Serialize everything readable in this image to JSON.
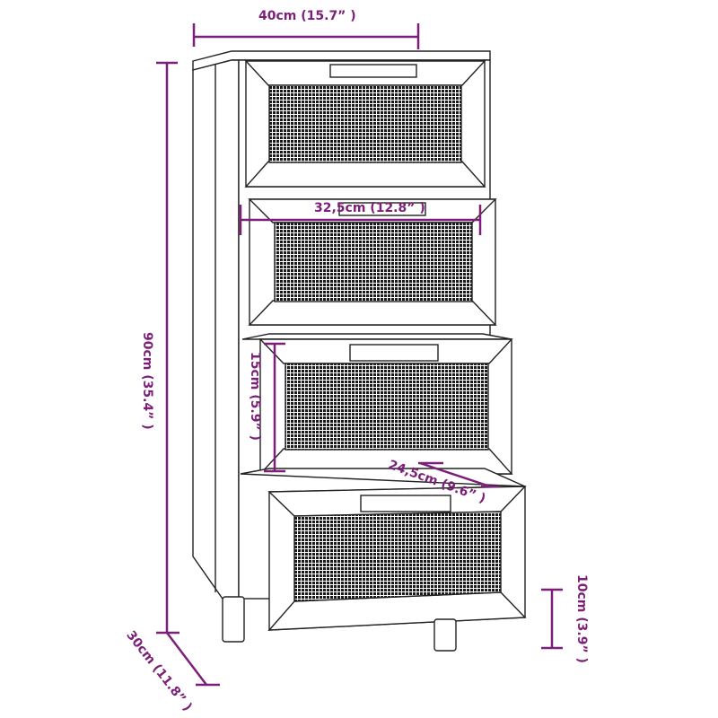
{
  "diagram": {
    "subject": "Rattan-front chest of 4 drawers on round legs",
    "accent_color": "#7b1f78",
    "line_color": "#222222",
    "dimensions": {
      "width": "40cm (15.7” )",
      "height": "90cm (35.4” )",
      "depth": "30cm (11.8” )",
      "drawer_width": "32,5cm (12.8” )",
      "drawer_height": "15cm (5.9” )",
      "drawer_depth": "24,5cm (9.6” )",
      "leg_height": "10cm (3.9” )"
    },
    "drawers": [
      {
        "index": 1,
        "state": "closed"
      },
      {
        "index": 2,
        "state": "slightly-open"
      },
      {
        "index": 3,
        "state": "open"
      },
      {
        "index": 4,
        "state": "open"
      }
    ]
  }
}
